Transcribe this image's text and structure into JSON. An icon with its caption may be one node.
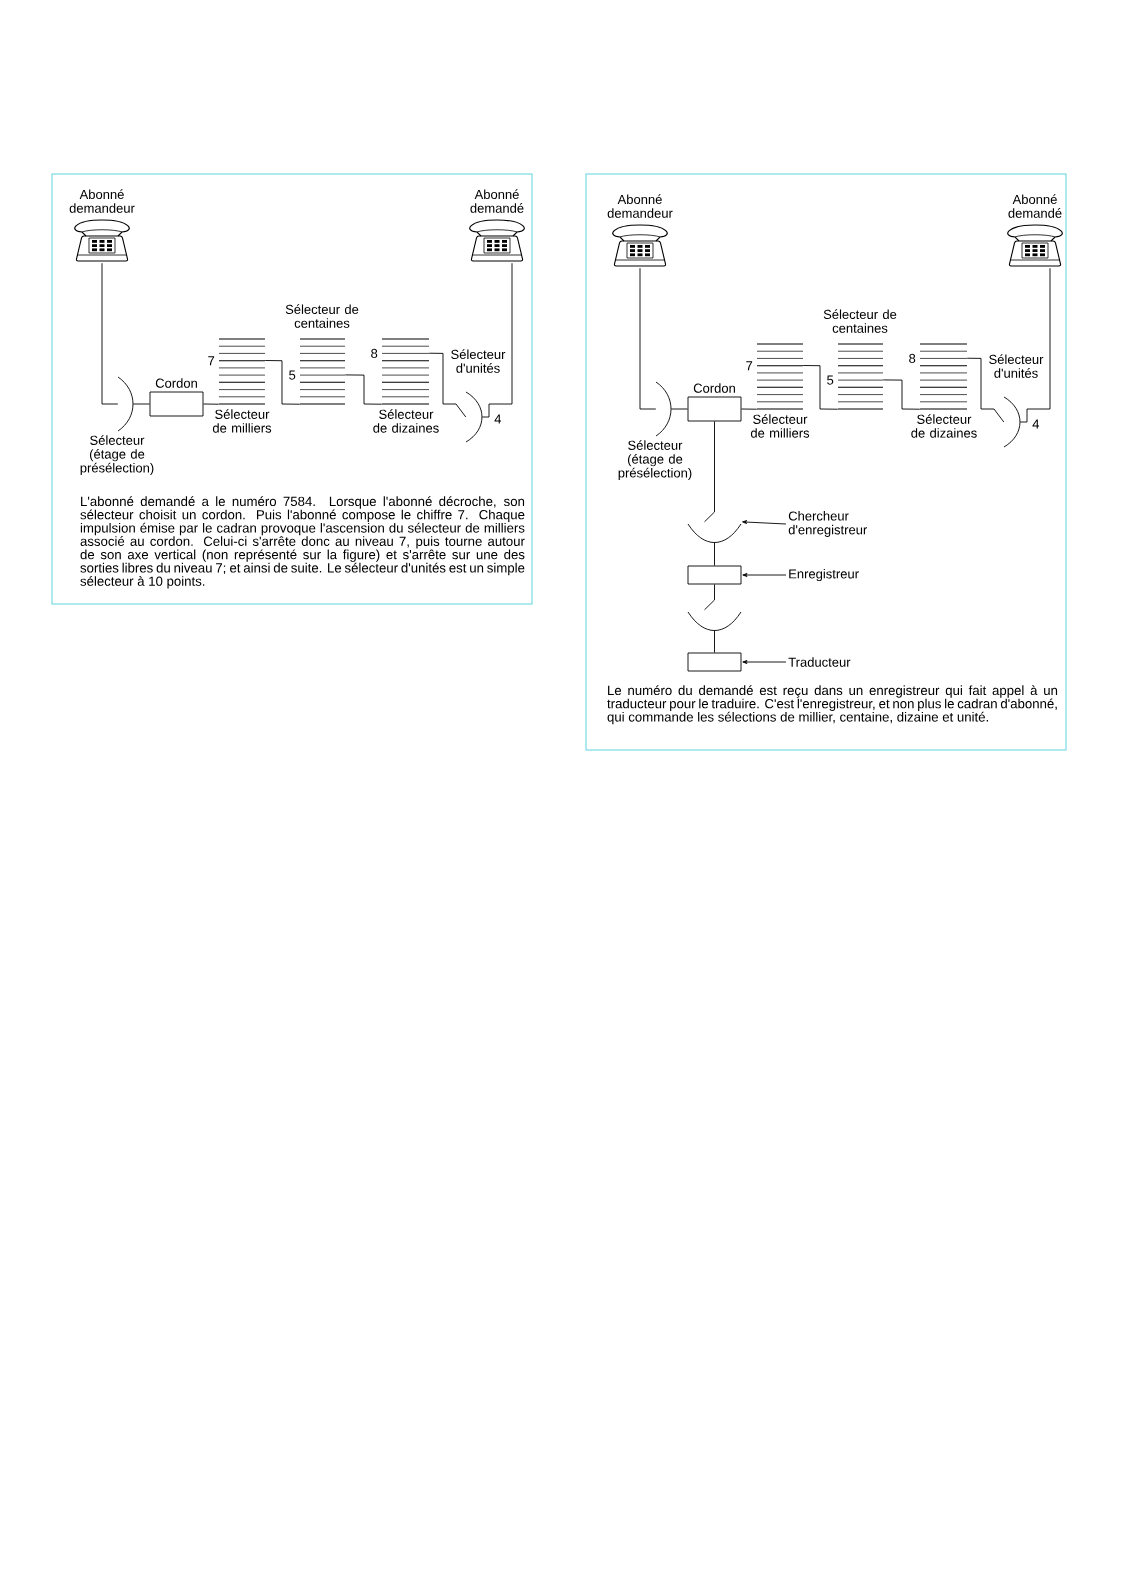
{
  "diagram": {
    "nodes": [
      {
        "text": [
          "L'abonné demandé a le numéro 7584. Lorsque l'abonné décroche, son sélecteur choisit un cordon. Puis l'abonné compose le chiffre 7. Chaque impulsion émise par le cadran provoque l'ascension du sélecteur de milliers associé au cordon. Celui-ci s'arrête donc au niveau 7, puis tourne autour de son axe vertical (non représenté sur la figure) et s'arrête sur une des sorties libres du niveau 7; et ainsi de suite. Le sélecteur d'unités est un simple sélecteur à 10 points."
        ]
      },
      {
        "text": [
          "Le numéro du demandé est reçu dans un enregistreur qui fait appel à un traducteur pour le traduire. C'est l'enregistreur, et non plus le cadran d'abonné, qui commande les sélections de millier, centaine, dizaine et unité."
        ]
      },
      {
        "text": [
          "Abonné demandeur"
        ],
        "in": 0
      },
      {
        "text": [
          "Sélecteur (étage de présélection)"
        ],
        "in": 0
      },
      {
        "text": [
          "Cordon"
        ],
        "in": 0
      },
      {
        "text": [
          "7",
          "Sélecteur de milliers"
        ],
        "in": 0
      },
      {
        "text": [
          "Sélecteur de centaines",
          "5"
        ],
        "in": 0
      },
      {
        "text": [
          "8",
          "Sélecteur de dizaines"
        ],
        "in": 0
      },
      {
        "text": [
          "Sélecteur d'unités",
          "4"
        ],
        "in": 0
      },
      {
        "text": [
          "Abonné demandé"
        ],
        "in": 0
      },
      {
        "text": [
          "Abonné demandeur"
        ],
        "in": 1
      },
      {
        "text": [
          "Sélecteur (étage de présélection)"
        ],
        "in": 1
      },
      {
        "text": [
          "Cordon"
        ],
        "in": 1
      },
      {
        "text": [
          "7",
          "Sélecteur de milliers"
        ],
        "in": 1
      },
      {
        "text": [
          "Sélecteur de centaines",
          "5"
        ],
        "in": 1
      },
      {
        "text": [
          "8",
          "Sélecteur de dizaines"
        ],
        "in": 1
      },
      {
        "text": [
          "Sélecteur d'unités",
          "4"
        ],
        "in": 1
      },
      {
        "text": [
          "Abonné demandé"
        ],
        "in": 1
      },
      {
        "text": [],
        "shape": "arc",
        "in": 1
      },
      {
        "text": [],
        "shape": "box",
        "in": 1
      },
      {
        "text": [],
        "shape": "arc",
        "in": 1
      },
      {
        "text": [],
        "shape": "box",
        "in": 1
      },
      {
        "text": [
          "Chercheur d'enregistreur"
        ],
        "in": 1
      },
      {
        "text": [
          "Enregistreur"
        ],
        "in": 1
      },
      {
        "text": [
          "Traducteur"
        ],
        "in": 1
      }
    ],
    "edges": [
      {
        "from": 2,
        "to": 3,
        "arrow": "none"
      },
      {
        "from": 3,
        "to": 4,
        "arrow": "none"
      },
      {
        "from": 4,
        "to": 5,
        "arrow": "none"
      },
      {
        "from": 5,
        "to": 6,
        "arrow": "none"
      },
      {
        "from": 6,
        "to": 7,
        "arrow": "none"
      },
      {
        "from": 7,
        "to": 8,
        "arrow": "none"
      },
      {
        "from": 8,
        "to": 9,
        "arrow": "none"
      },
      {
        "from": 10,
        "to": 11,
        "arrow": "none"
      },
      {
        "from": 11,
        "to": 12,
        "arrow": "none"
      },
      {
        "from": 12,
        "to": 13,
        "arrow": "none"
      },
      {
        "from": 13,
        "to": 14,
        "arrow": "none"
      },
      {
        "from": 14,
        "to": 15,
        "arrow": "none"
      },
      {
        "from": 15,
        "to": 16,
        "arrow": "none"
      },
      {
        "from": 16,
        "to": 17,
        "arrow": "none"
      },
      {
        "from": 12,
        "to": 18,
        "arrow": "none"
      },
      {
        "from": 18,
        "to": 19,
        "arrow": "none"
      },
      {
        "from": 19,
        "to": 20,
        "arrow": "none"
      },
      {
        "from": 20,
        "to": 21,
        "arrow": "none"
      },
      {
        "from": 22,
        "to": 18,
        "arrow": "to"
      },
      {
        "from": 23,
        "to": 19,
        "arrow": "to"
      },
      {
        "from": 24,
        "to": 21,
        "arrow": "to"
      }
    ]
  }
}
